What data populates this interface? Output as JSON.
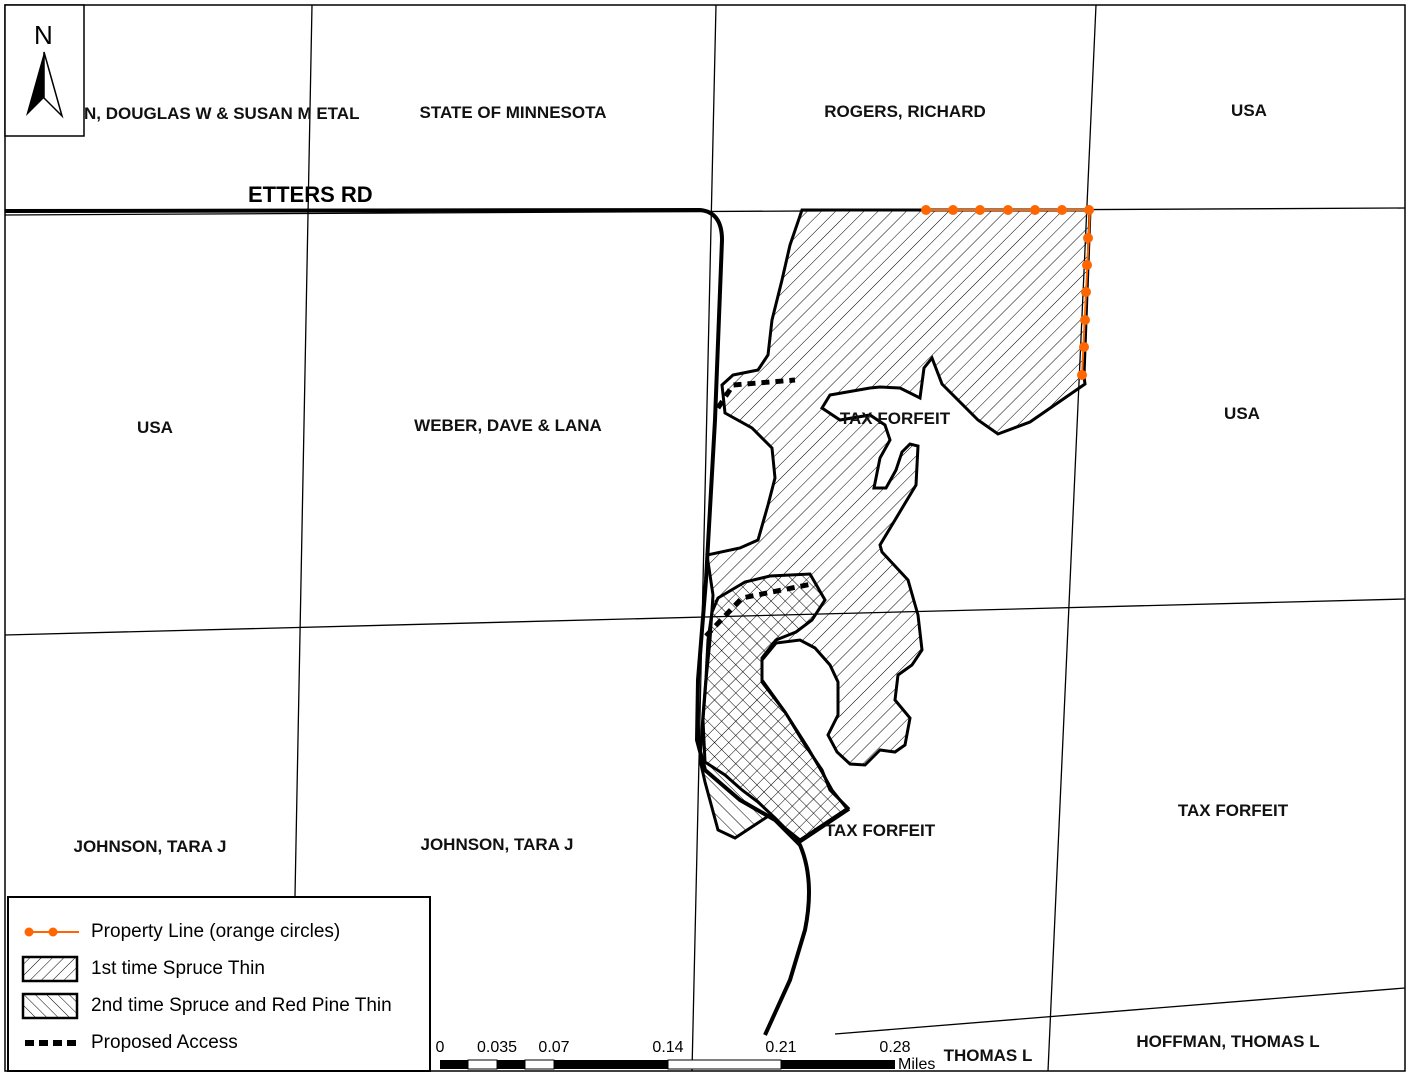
{
  "north_arrow": {
    "letter": "N"
  },
  "road": {
    "name": "ETTERS RD"
  },
  "parcels": {
    "top_left": "N, DOUGLAS W & SUSAN M ETAL",
    "state": "STATE OF MINNESOTA",
    "rogers": "ROGERS, RICHARD",
    "usa_top_right": "USA",
    "usa_left": "USA",
    "weber": "WEBER, DAVE & LANA",
    "tax_forfeit_center": "TAX FORFEIT",
    "usa_right": "USA",
    "johnson_1": "JOHNSON, TARA J",
    "johnson_2": "JOHNSON, TARA J",
    "tax_forfeit_lower": "TAX FORFEIT",
    "tax_forfeit_right": "TAX FORFEIT",
    "thomas_partial": "THOMAS L",
    "hoffman": "HOFFMAN, THOMAS L"
  },
  "legend": {
    "property_line": "Property Line (orange circles)",
    "first_thin": "1st time Spruce Thin",
    "second_thin": "2nd time Spruce and Red Pine Thin",
    "proposed_access": "Proposed Access"
  },
  "scale_bar": {
    "ticks": [
      "0",
      "0.035",
      "0.07",
      "0.14",
      "0.21",
      "0.28"
    ],
    "unit": "Miles"
  },
  "colors": {
    "property_line": "#ff6600",
    "outline": "#000000"
  }
}
